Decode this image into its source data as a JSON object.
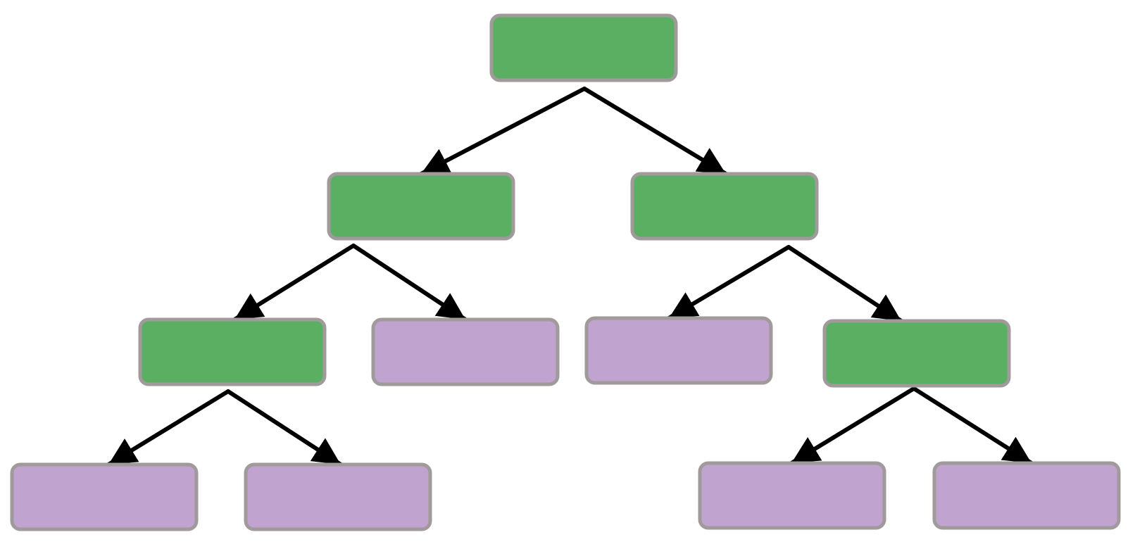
{
  "diagram": {
    "type": "binary-tree",
    "colors": {
      "internal_fill": "#5aaf63",
      "leaf_fill": "#c0a3cf",
      "node_border": "#a09a9a",
      "edge": "#000000",
      "background": "#ffffff"
    },
    "nodes": [
      {
        "id": "n0",
        "kind": "internal",
        "label": ""
      },
      {
        "id": "n1",
        "kind": "internal",
        "label": ""
      },
      {
        "id": "n2",
        "kind": "internal",
        "label": ""
      },
      {
        "id": "n3",
        "kind": "internal",
        "label": ""
      },
      {
        "id": "n4",
        "kind": "leaf",
        "label": ""
      },
      {
        "id": "n5",
        "kind": "leaf",
        "label": ""
      },
      {
        "id": "n6",
        "kind": "internal",
        "label": ""
      },
      {
        "id": "n7",
        "kind": "leaf",
        "label": ""
      },
      {
        "id": "n8",
        "kind": "leaf",
        "label": ""
      },
      {
        "id": "n9",
        "kind": "leaf",
        "label": ""
      },
      {
        "id": "n10",
        "kind": "leaf",
        "label": ""
      }
    ],
    "edges": [
      {
        "from": "n0",
        "to": "n1"
      },
      {
        "from": "n0",
        "to": "n2"
      },
      {
        "from": "n1",
        "to": "n3"
      },
      {
        "from": "n1",
        "to": "n4"
      },
      {
        "from": "n2",
        "to": "n5"
      },
      {
        "from": "n2",
        "to": "n6"
      },
      {
        "from": "n3",
        "to": "n7"
      },
      {
        "from": "n3",
        "to": "n8"
      },
      {
        "from": "n6",
        "to": "n9"
      },
      {
        "from": "n6",
        "to": "n10"
      }
    ]
  }
}
